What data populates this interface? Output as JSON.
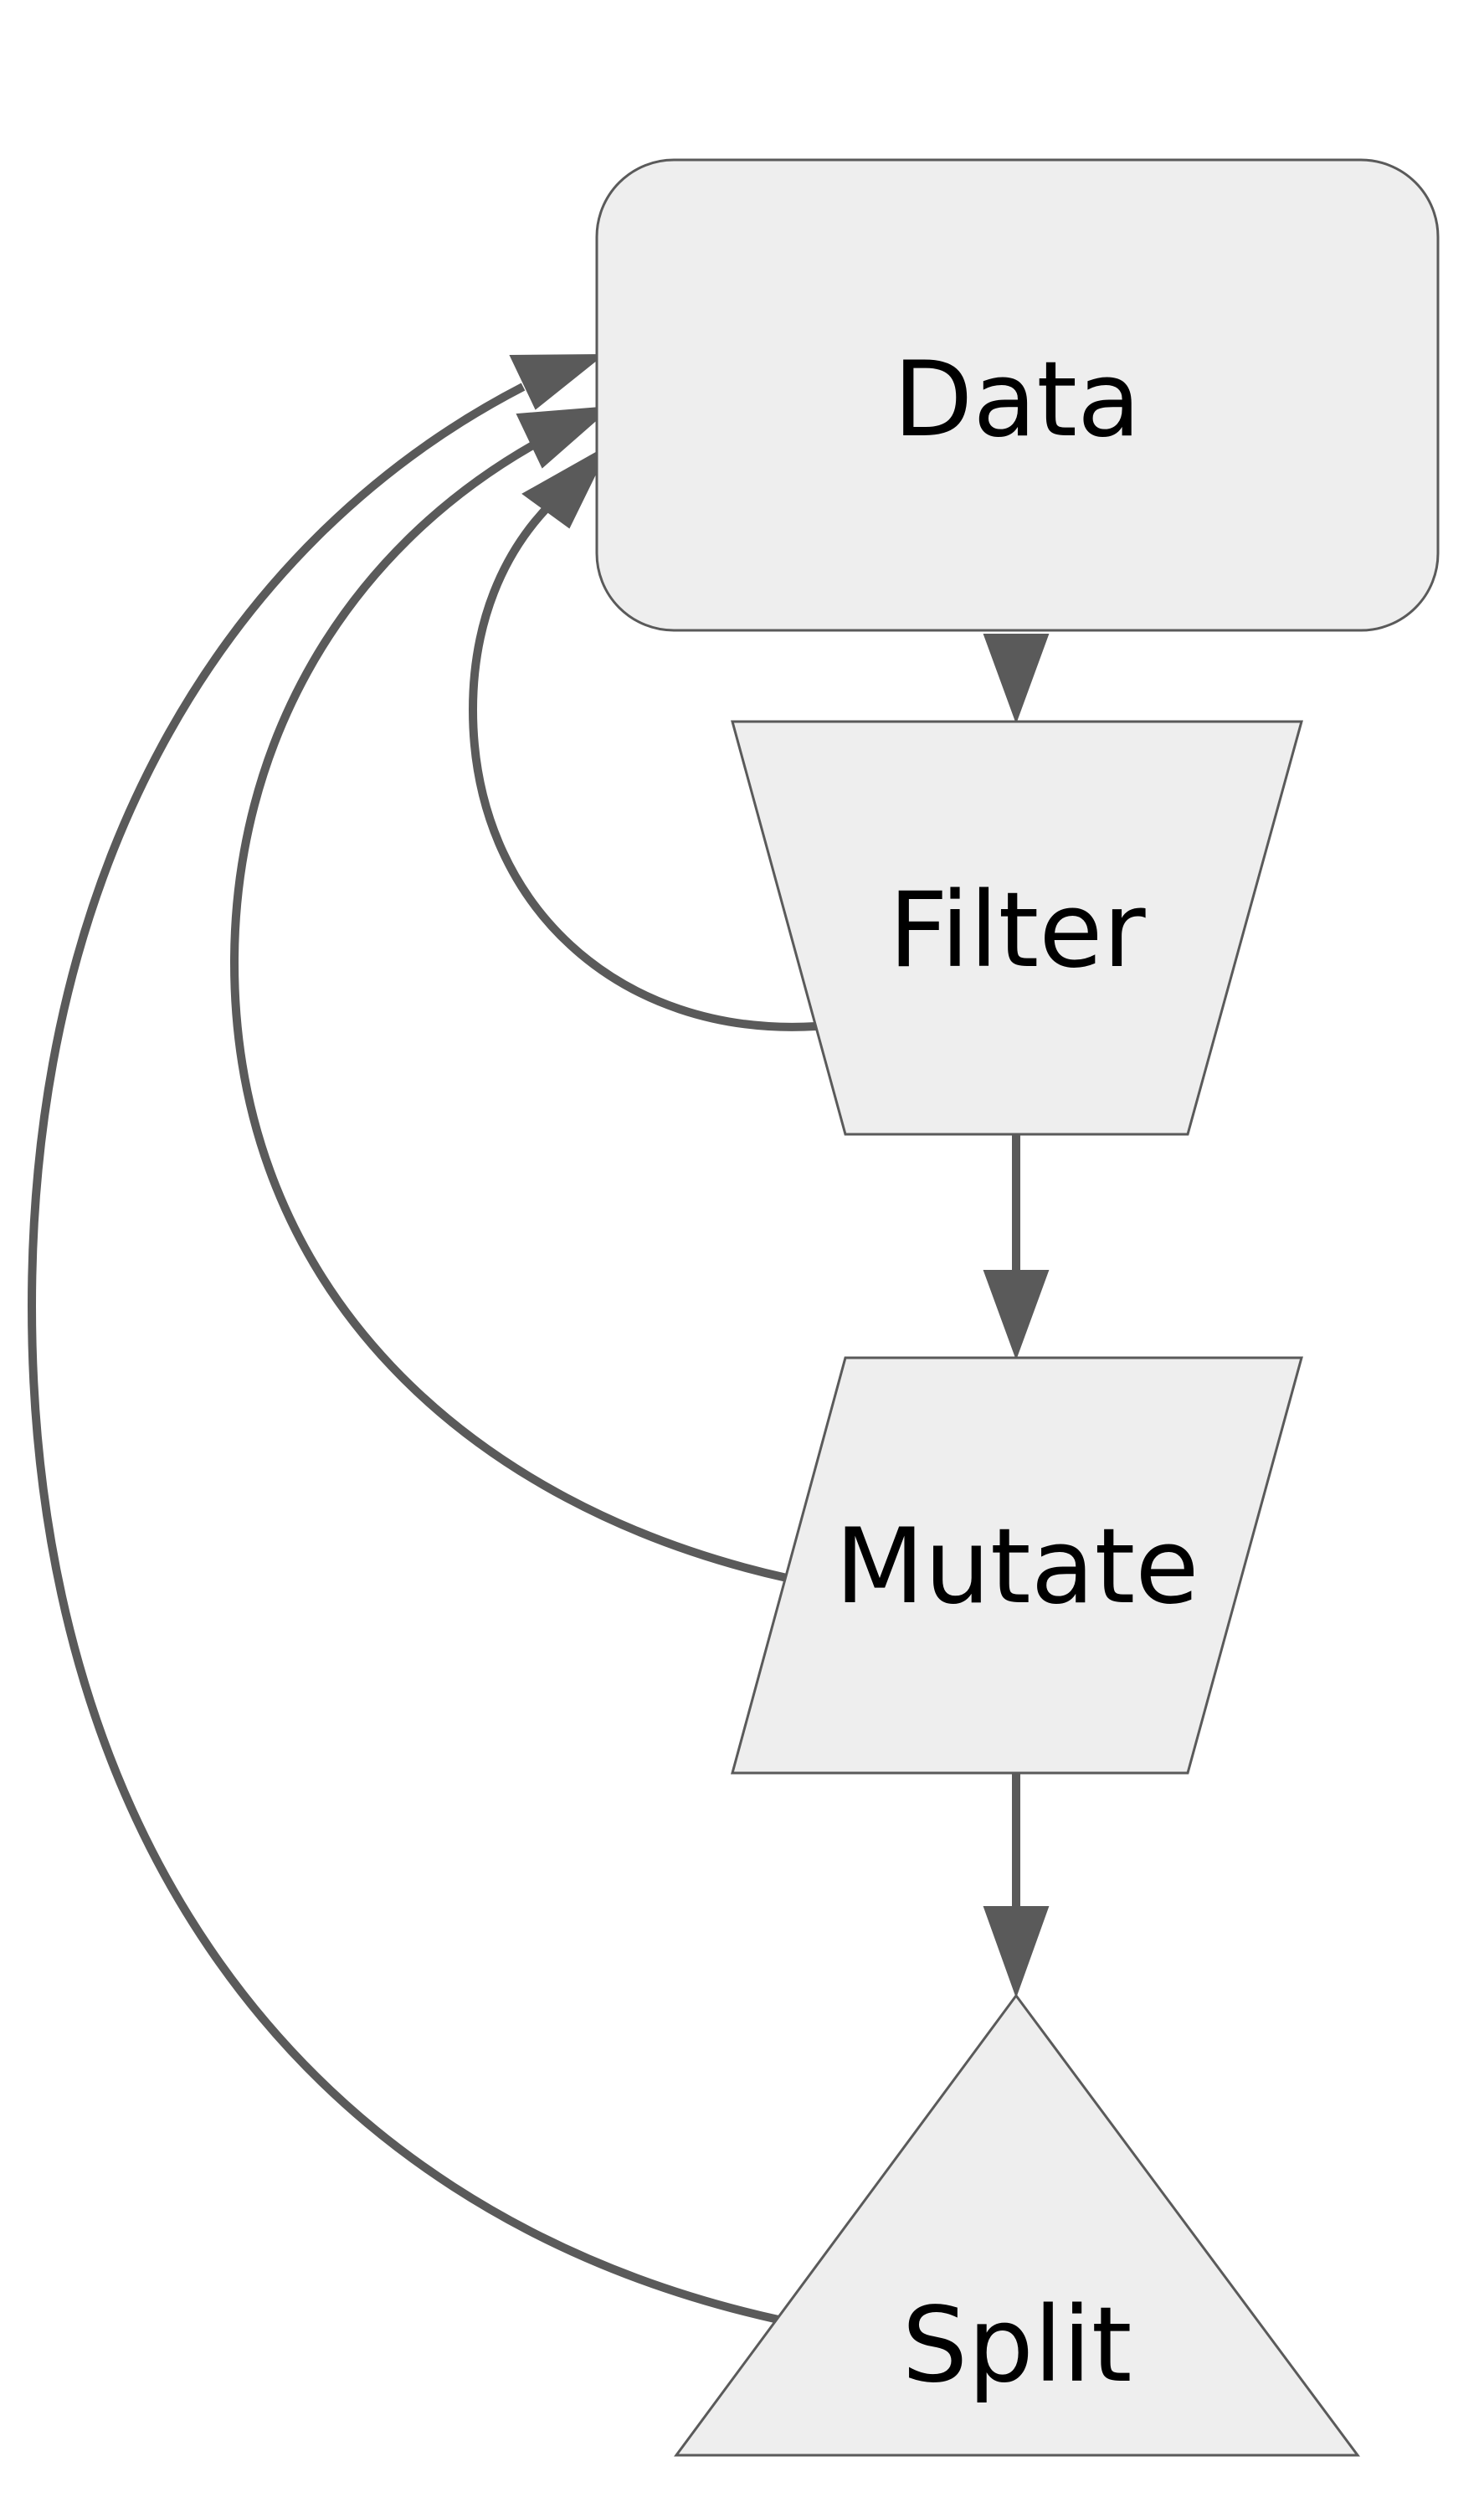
{
  "diagram": {
    "type": "flowchart",
    "colors": {
      "node_fill": "#eeeeee",
      "node_stroke": "#5a5a5a",
      "edge": "#5a5a5a",
      "text": "#000000"
    },
    "nodes": [
      {
        "id": "data",
        "label": "Data",
        "shape": "rounded-rectangle"
      },
      {
        "id": "filter",
        "label": "Filter",
        "shape": "inverted-trapezoid"
      },
      {
        "id": "mutate",
        "label": "Mutate",
        "shape": "parallelogram"
      },
      {
        "id": "split",
        "label": "Split",
        "shape": "triangle"
      }
    ],
    "edges": [
      {
        "from": "data",
        "to": "filter",
        "label": ""
      },
      {
        "from": "filter",
        "to": "mutate",
        "label": ""
      },
      {
        "from": "mutate",
        "to": "split",
        "label": ""
      },
      {
        "from": "filter",
        "to": "data",
        "label": ""
      },
      {
        "from": "mutate",
        "to": "data",
        "label": ""
      },
      {
        "from": "split",
        "to": "data",
        "label": ""
      }
    ]
  }
}
